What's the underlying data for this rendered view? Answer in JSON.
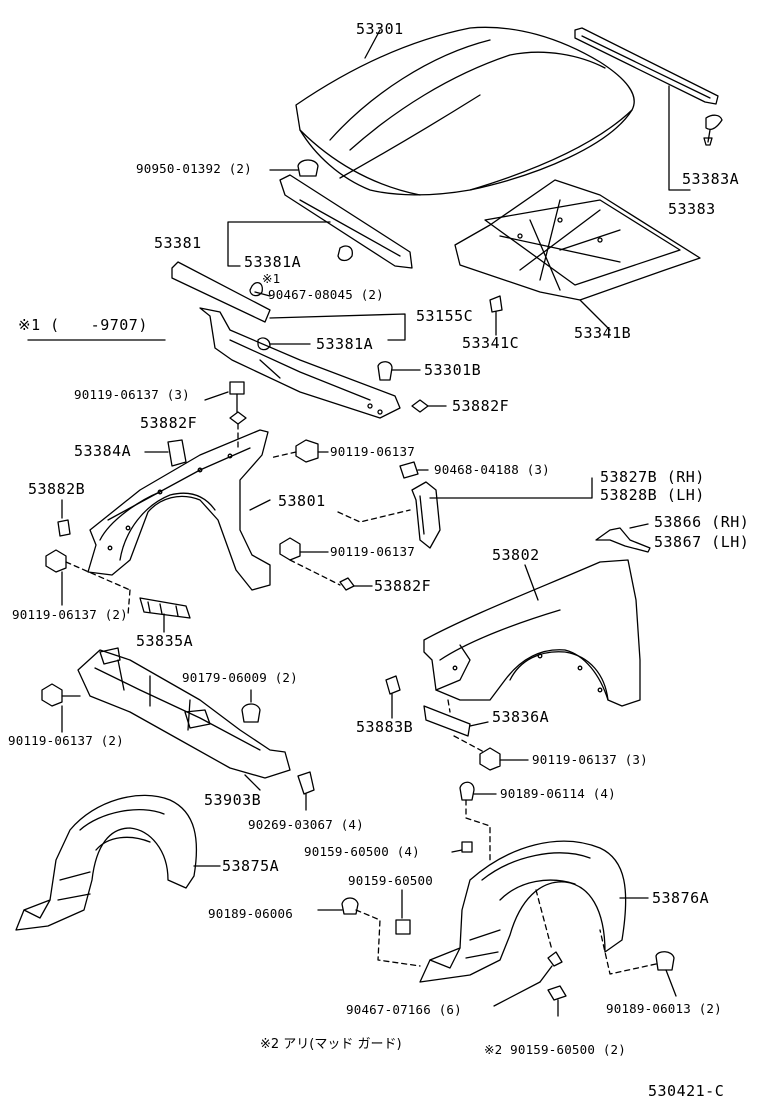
{
  "labels": {
    "p53301": "53301",
    "p53383a": "53383A",
    "p53383": "53383",
    "p90950": "90950-01392 (2)",
    "p53381": "53381",
    "p53381a_1": "53381A",
    "p53341b": "53341B",
    "p53341c": "53341C",
    "mark1_note": "※1",
    "p90467_08045": "90467-08045 (2)",
    "p53155c": "53155C",
    "note1": "※1 (　　-9707)",
    "p53381a_2": "53381A",
    "p53301b": "53301B",
    "p90119_3": "90119-06137 (3)",
    "p53882f_1": "53882F",
    "p53882f_2": "53882F",
    "p53384a": "53384A",
    "p90119_b": "90119-06137",
    "p90468": "90468-04188 (3)",
    "p53827b": "53827B (RH)",
    "p53828b": "53828B (LH)",
    "p53882b": "53882B",
    "p53801": "53801",
    "p53866": "53866 (RH)",
    "p53867": "53867 (LH)",
    "p90119_c": "90119-06137",
    "p53802": "53802",
    "p53882f_3": "53882F",
    "p90119_2a": "90119-06137 (2)",
    "p53835a": "53835A",
    "p90179": "90179-06009 (2)",
    "p90119_2b": "90119-06137 (2)",
    "p53883b": "53883B",
    "p53836a": "53836A",
    "p90119_3b": "90119-06137 (3)",
    "p53903b": "53903B",
    "p90189_06114": "90189-06114 (4)",
    "p90269": "90269-03067 (4)",
    "p53875a": "53875A",
    "p90159_4": "90159-60500 (4)",
    "p90159": "90159-60500",
    "p53876a": "53876A",
    "p90189_06006": "90189-06006",
    "p90467_07166": "90467-07166 (6)",
    "p90189_06013": "90189-06013 (2)",
    "note2": "※2 アリ(マッド ガード)",
    "p90159_2": "※2  90159-60500 (2)",
    "figure_id": "530421-C"
  }
}
